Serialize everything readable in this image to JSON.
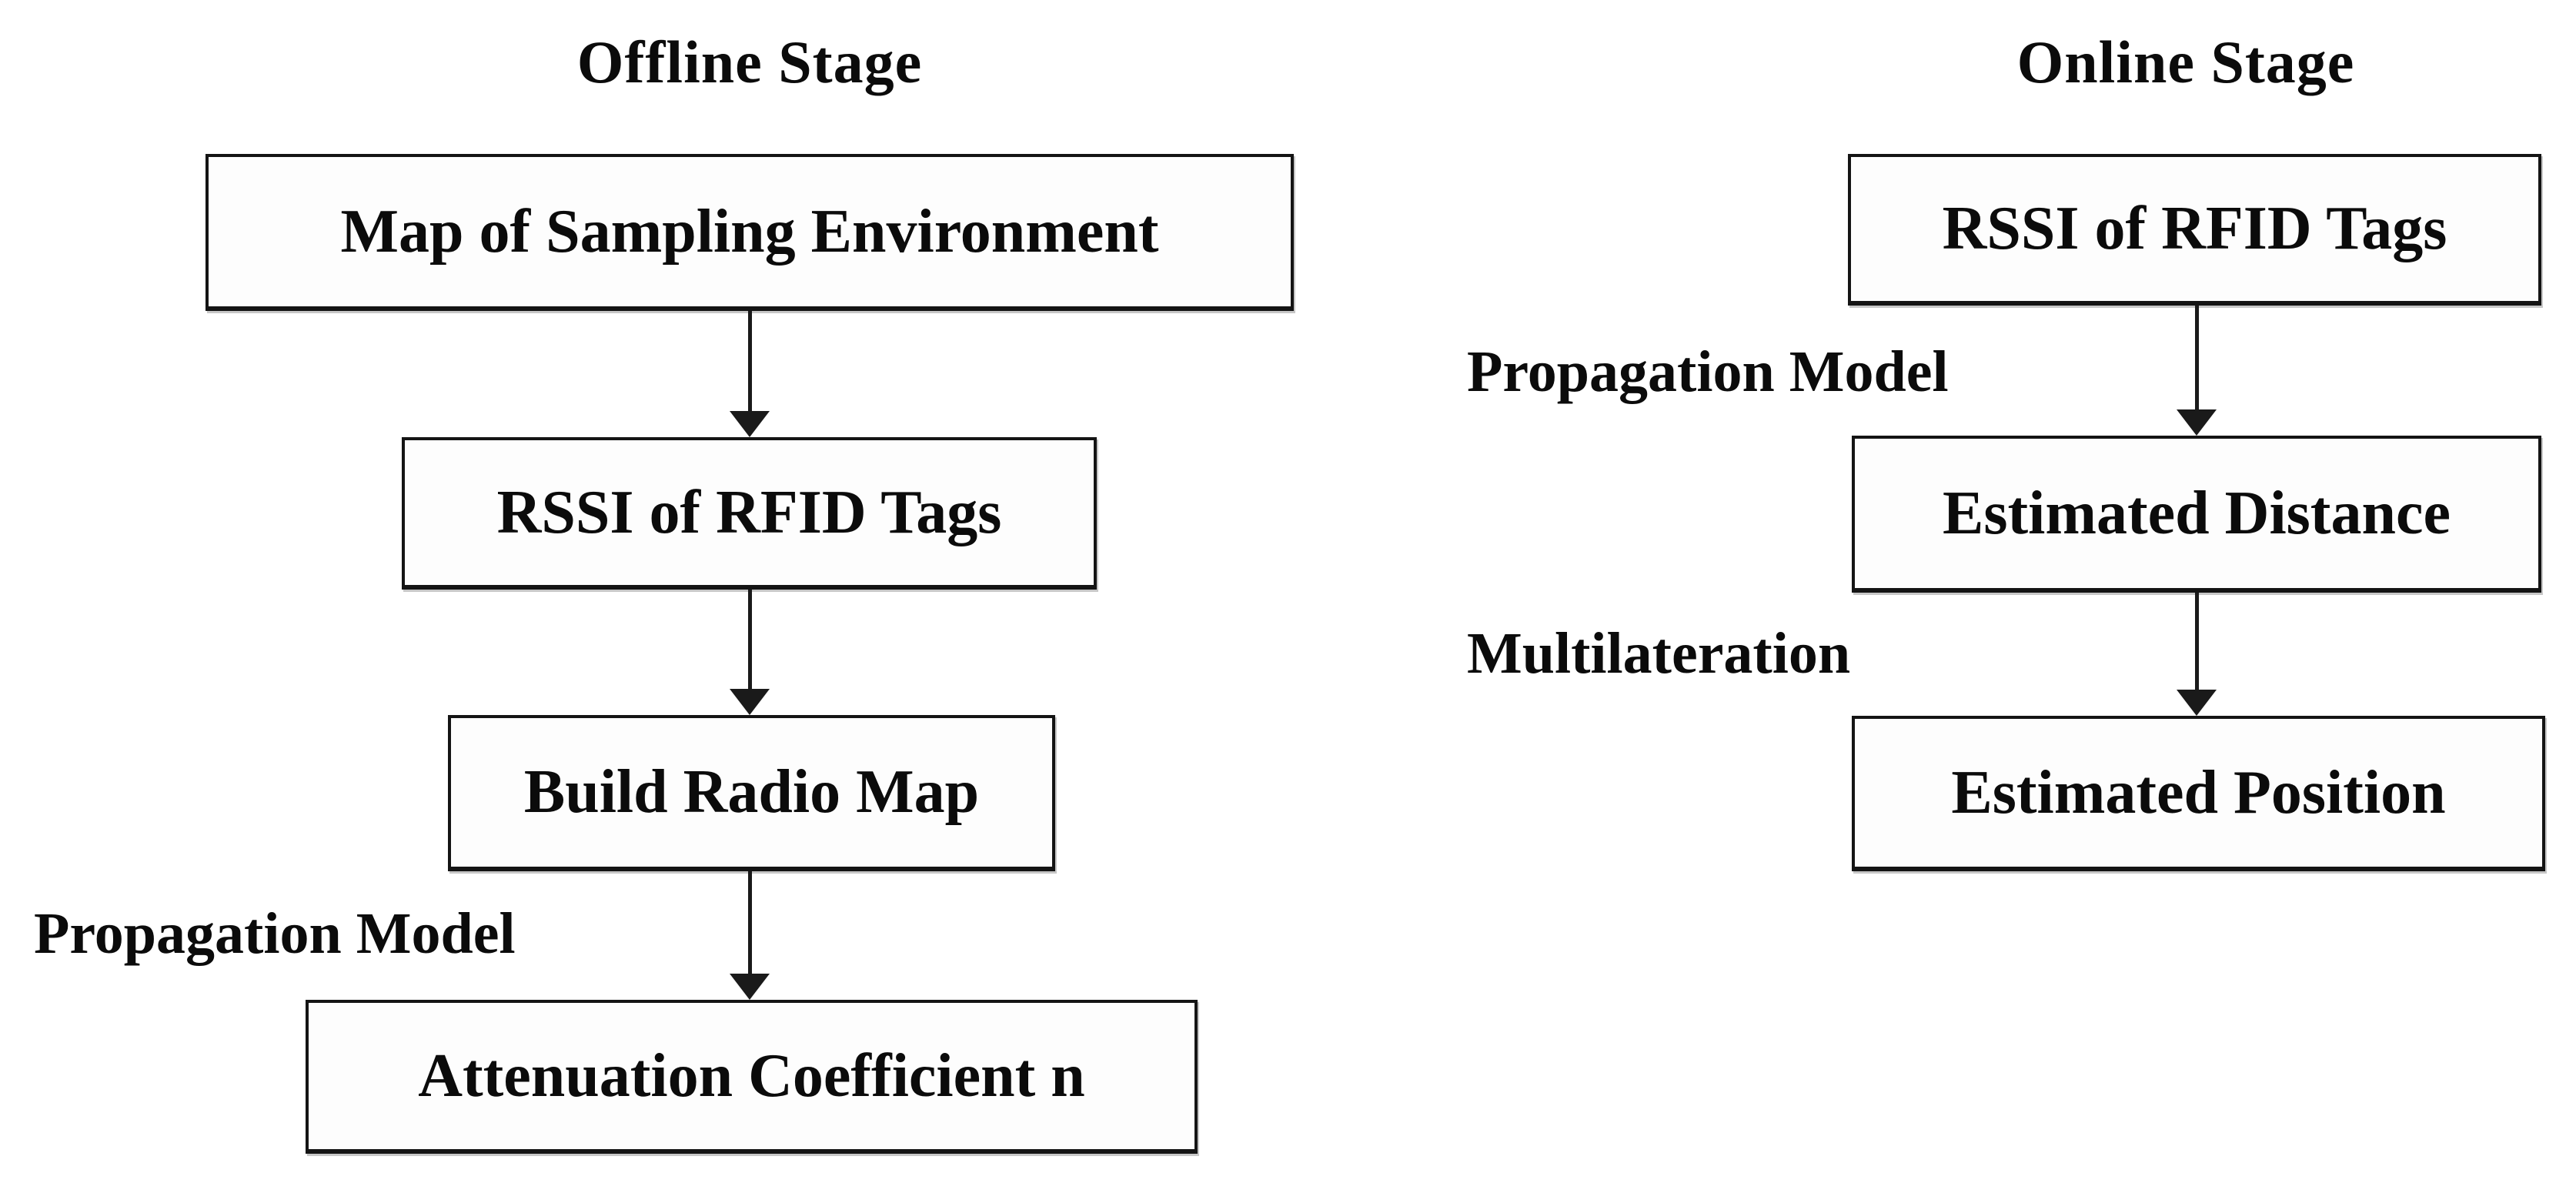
{
  "colors": {
    "background": "#ffffff",
    "line": "#1a1a1a",
    "text": "#0b0b0b",
    "box_fill": "#fdfdfd",
    "box_border": "#141414"
  },
  "offline": {
    "title": "Offline Stage",
    "boxes": {
      "map_environment": "Map of Sampling  Environment",
      "rssi_tags": "RSSI  of RFID Tags",
      "build_radio_map": "Build Radio Map",
      "attenuation_coefficient": "Attenuation Coefficient n"
    },
    "labels": {
      "propagation_model": "Propagation Model"
    }
  },
  "online": {
    "title": "Online Stage",
    "boxes": {
      "rssi_tags": "RSSI  of RFID Tags",
      "estimated_distance": "Estimated Distance",
      "estimated_position": "Estimated Position"
    },
    "labels": {
      "propagation_model": "Propagation Model",
      "multilateration": "Multilateration"
    }
  }
}
